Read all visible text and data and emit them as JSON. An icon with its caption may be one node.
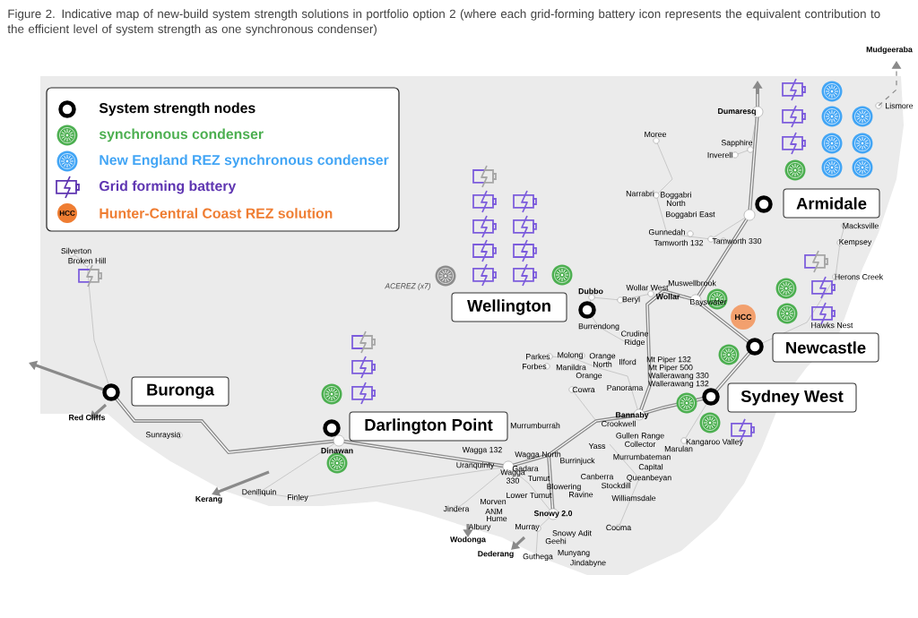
{
  "diagram": {
    "title": "Figure 2. Indicative map of new-build system strength solutions in portfolio option 2 (where each grid-forming battery icon represents the equivalent contribution to the efficient level of system strength as one synchronous condenser)",
    "nodes": [
      {
        "text": [
          "Armidale"
        ]
      },
      {
        "text": [
          "Wellington"
        ]
      },
      {
        "text": [
          "HCC"
        ]
      },
      {
        "text": [
          "Newcastle"
        ]
      },
      {
        "text": [
          "Buronga"
        ]
      },
      {
        "text": [
          "Sydney West"
        ]
      },
      {
        "text": [
          "Darlington Point"
        ]
      }
    ],
    "labels": [
      "Mudgeeraba",
      "Lismore",
      "Dumaresq",
      "Moree",
      "Sapphire",
      "Inverell",
      "Narrabri",
      "Boggabri North",
      "Boggabri East",
      "Macksville",
      "Gunnedah",
      "Tamworth 132",
      "Tamworth 330",
      "Kempsey",
      "Silverton",
      "Broken Hill",
      "Herons Creek",
      "ACEREZ (x7)",
      "Muswellbrook",
      "Wollar West",
      "Dubbo",
      "Wollar",
      "Beryl",
      "Bayswater",
      "Hawks Nest",
      "Burrendong",
      "Crudine Ridge",
      "Parkes",
      "Molong",
      "Orange North",
      "Ilford",
      "Mt Piper 132",
      "Forbes",
      "Manildra",
      "Mt Piper 500",
      "Wallerawang 330",
      "Orange",
      "Wallerawang 132",
      "Panorama",
      "Cowra",
      "Bannaby",
      "Red Cliffs",
      "Murrumburrah",
      "Crookwell",
      "Sunraysia",
      "Gullen Range Collector",
      "Marulan",
      "Kangaroo Valley",
      "Yass",
      "Dinawan",
      "Murrumbateman",
      "Wagga 132",
      "Wagga North",
      "Burrinjuck",
      "Capital",
      "Uranquinty",
      "Gadara",
      "Wagga 330",
      "Canberra",
      "Tumut",
      "Queanbeyan",
      "Stockdill",
      "Blowering",
      "Deniliquin",
      "Ravine",
      "Lower Tumut",
      "Finley",
      "Williamsdale",
      "Kerang",
      "Morven",
      "Jindera",
      "ANM",
      "Snowy 2.0",
      "Hume",
      "Albury",
      "Murray",
      "Cooma",
      "Snowy Adit",
      "Wodonga",
      "Geehi",
      "Dederang",
      "Munyang",
      "Guthega",
      "Jindabyne",
      "HCC"
    ],
    "legend": [
      {
        "text": "System strength nodes"
      },
      {
        "text": "synchronous condenser",
        "color": "#4caf50"
      },
      {
        "text": "New England REZ synchronous condenser",
        "color": "#42a5f5"
      },
      {
        "text": "Grid forming battery",
        "color": "#5e35b1"
      },
      {
        "text": "Hunter-Central Coast REZ solution",
        "color": "#ef7d32"
      }
    ]
  }
}
